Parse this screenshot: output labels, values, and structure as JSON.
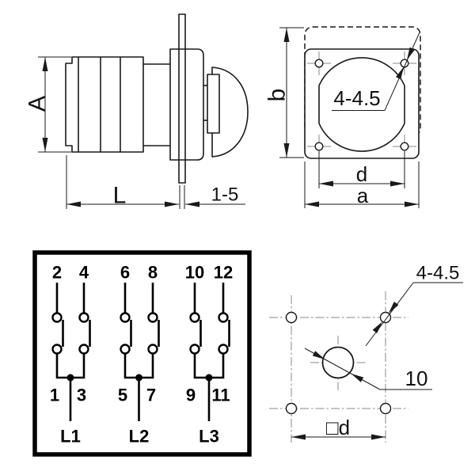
{
  "side_view": {
    "height_label": "A",
    "length_label": "L",
    "panel_thickness_label": "1-5"
  },
  "front_view": {
    "height_label": "b",
    "width_label": "a",
    "hole_spacing_label": "d",
    "hole_label": "4-4.5"
  },
  "wiring_diagram": {
    "top_terminals": [
      "2",
      "4",
      "6",
      "8",
      "10",
      "12"
    ],
    "bottom_terminals": [
      "1",
      "3",
      "5",
      "7",
      "9",
      "11"
    ],
    "phase_labels": [
      "L1",
      "L2",
      "L3"
    ]
  },
  "drill_template": {
    "hole_label": "4-4.5",
    "shaft_hole_label": "10",
    "spacing_label": "□d"
  },
  "colors": {
    "line": "#1a1a1a",
    "centerline": "#8a8a8a",
    "background": "#ffffff"
  }
}
